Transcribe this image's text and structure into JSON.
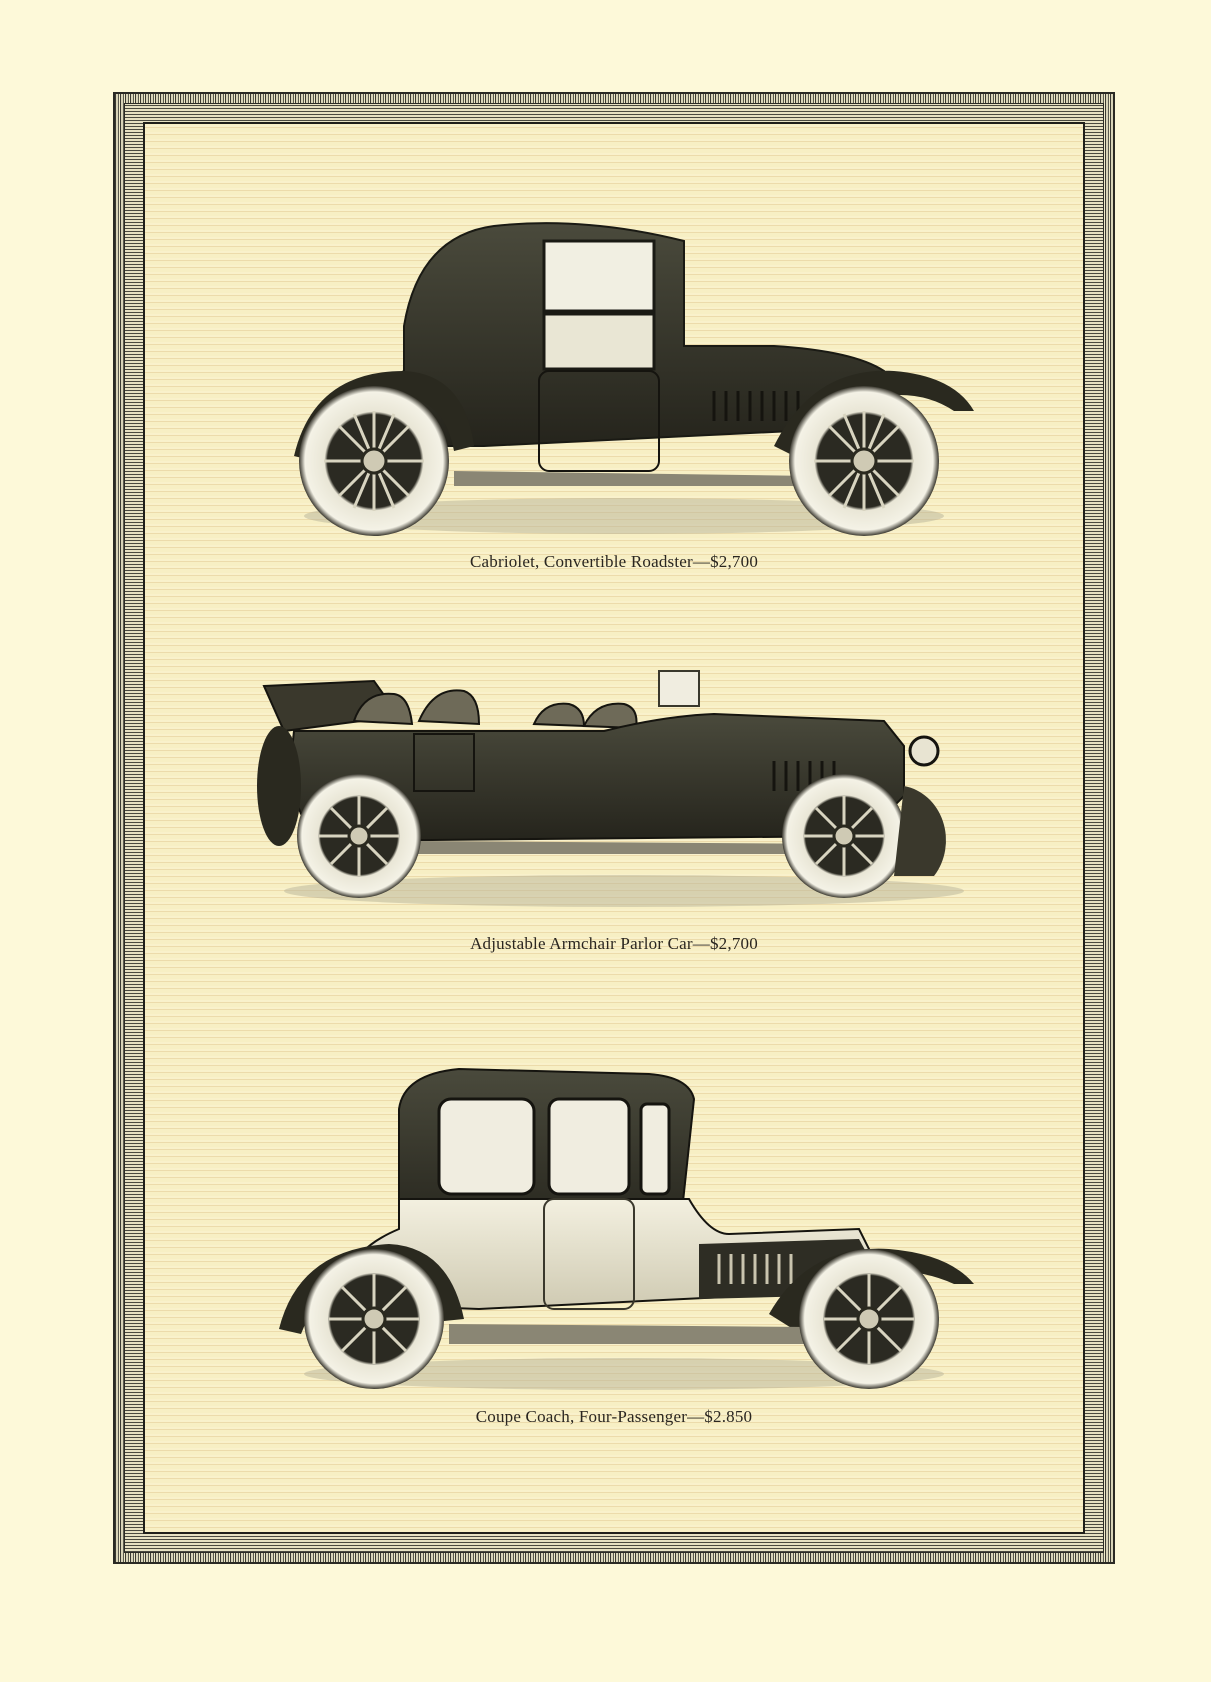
{
  "page": {
    "background_color": "#fdf9d9",
    "border_color": "#2a2a24"
  },
  "plates": [
    {
      "model": "Cabriolet, Convertible Roadster",
      "price": "$2,700",
      "caption": "Cabriolet, Convertible Roadster—$2,700",
      "body_style": "closed-cabriolet-dark"
    },
    {
      "model": "Adjustable Armchair Parlor Car",
      "price": "$2,700",
      "caption": "Adjustable Armchair Parlor Car—$2,700",
      "body_style": "open-touring-top-down"
    },
    {
      "model": "Coupe Coach, Four-Passenger",
      "price": "$2.850",
      "caption": "Coupe Coach, Four-Passenger—$2.850",
      "body_style": "coupe-two-tone"
    }
  ]
}
